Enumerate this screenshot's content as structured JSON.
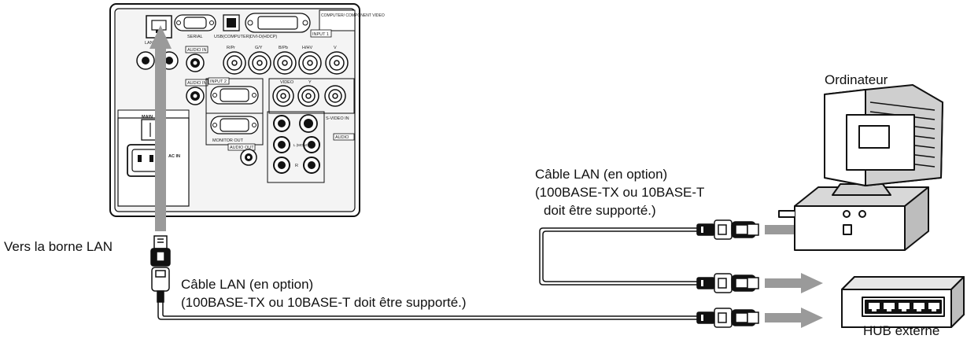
{
  "labels": {
    "computer": "Ordinateur",
    "lan_terminal": "Vers la borne LAN",
    "cable_top_line1": "Câble LAN (en option)",
    "cable_top_line2": "(100BASE-TX ou 10BASE-T",
    "cable_top_line3": "doit être supporté.)",
    "cable_bottom_line1": "Câble LAN (en option)",
    "cable_bottom_line2": "(100BASE-TX ou 10BASE-T doit être supporté.)",
    "hub": "HUB externe"
  },
  "panel_labels": {
    "lan": "LAN",
    "serial": "SERIAL",
    "usb": "USB(COMPUTER)",
    "dvi": "DVI-D(HDCP)",
    "computer_component": "COMPUTER/ COMPONENT VIDEO",
    "input1": "INPUT 1",
    "rpr": "R/Pr",
    "gy": "G/Y",
    "bpb": "B/Pb",
    "hhv": "H/HV",
    "v": "V",
    "audio_in1": "AUDIO IN",
    "audio_in2": "AUDIO IN",
    "input2": "INPUT 2",
    "video": "VIDEO",
    "y": "Y",
    "main": "MAIN",
    "ac_in": "AC IN",
    "monitor_out": "MONITOR OUT",
    "audio_out": "AUDIO OUT",
    "s_video_in": "S-VIDEO IN",
    "audio": "AUDIO",
    "l_mono": "L (MONO)",
    "r": "R"
  },
  "colors": {
    "arrow": "#9a9a9a",
    "line": "#111111",
    "panel_bg": "#f4f4f4"
  }
}
